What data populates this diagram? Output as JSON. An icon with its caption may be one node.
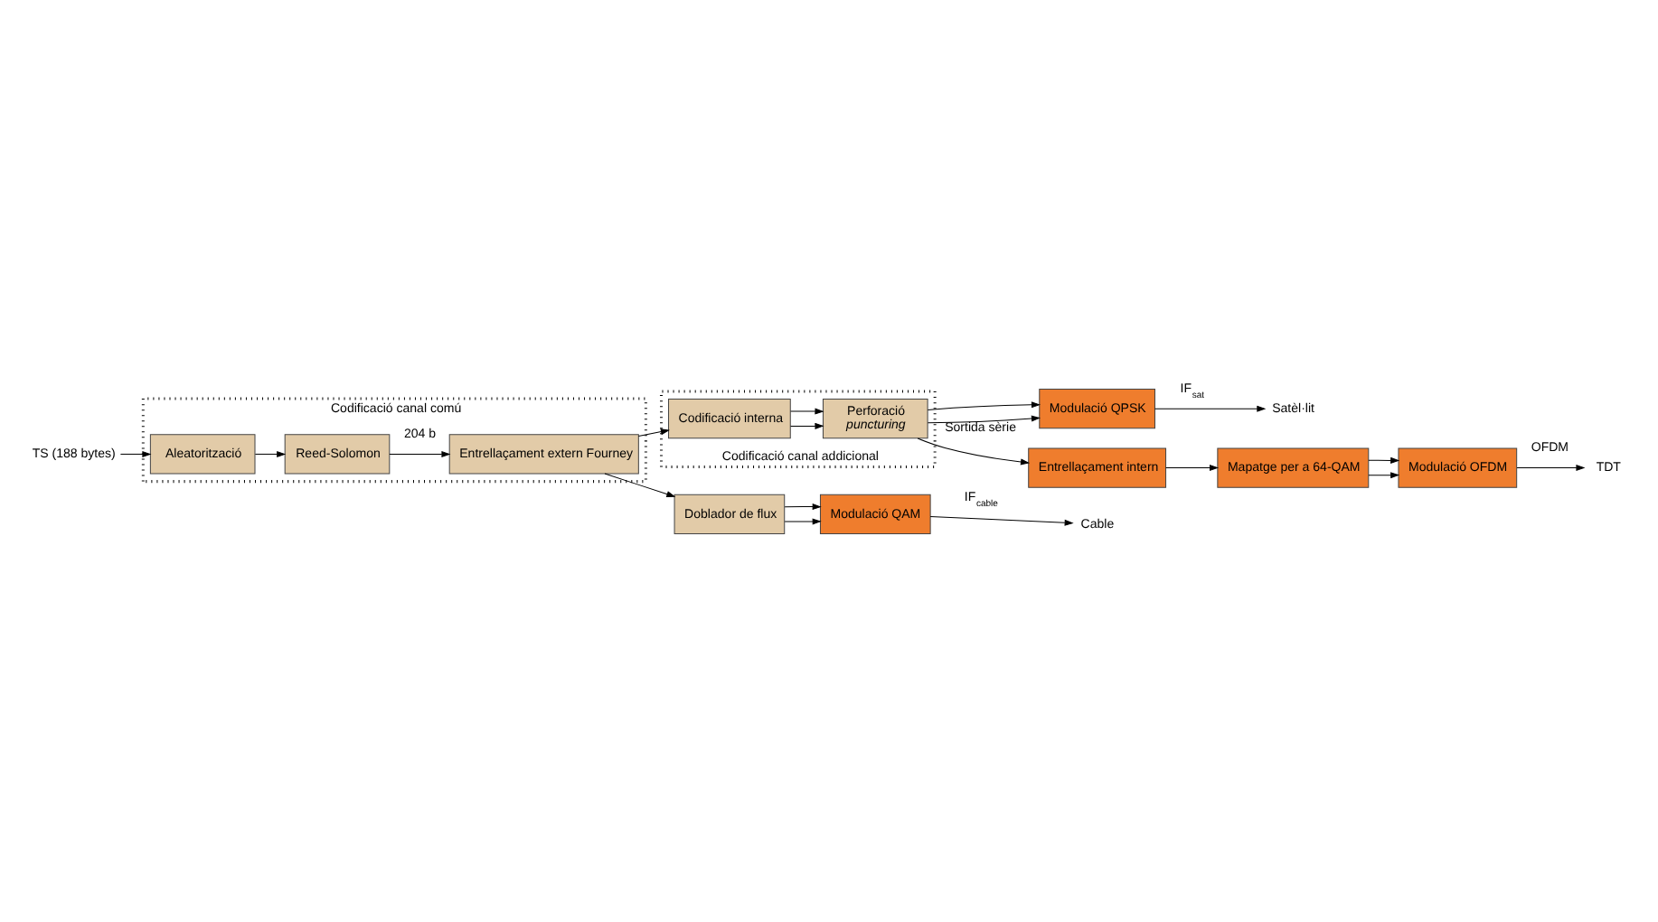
{
  "diagram": {
    "nodes": [
      {
        "text": [
          "Codificació canal comú"
        ]
      },
      {
        "text": [
          "Aleatorització"
        ],
        "in": 0
      },
      {
        "text": [
          "Reed-Solomon"
        ],
        "in": 0
      },
      {
        "text": [
          "Entrellaçament extern Fourney"
        ],
        "in": 0
      },
      {
        "text": [
          "TS (188 bytes)"
        ]
      },
      {
        "text": [
          "Doblador de flux"
        ]
      },
      {
        "text": [
          "Modulació QAM"
        ]
      },
      {
        "text": [
          "Cable"
        ]
      },
      {
        "text": [
          "Codificació canal addicional"
        ]
      },
      {
        "text": [
          "Codificació interna"
        ],
        "in": 8
      },
      {
        "text": [
          "Perforació",
          "puncturing"
        ],
        "in": 8
      },
      {
        "text": [
          "Modulació QPSK"
        ]
      },
      {
        "text": [
          "Satèl·lit"
        ]
      },
      {
        "text": [
          "Entrellaçament intern"
        ]
      },
      {
        "text": [
          "Mapatge per a 64-QAM"
        ]
      },
      {
        "text": [
          "Modulació OFDM"
        ]
      },
      {
        "text": [
          "TDT"
        ]
      }
    ],
    "edges": [
      {
        "from": 4,
        "to": 1,
        "arrow": "to"
      },
      {
        "from": 1,
        "to": 2,
        "arrow": "to"
      },
      {
        "from": 2,
        "to": 3,
        "arrow": "to",
        "label": "204 b"
      },
      {
        "from": 3,
        "to": 5,
        "arrow": "to"
      },
      {
        "from": 3,
        "to": 9,
        "arrow": "to"
      },
      {
        "from": 5,
        "to": 6,
        "arrow": "to"
      },
      {
        "from": 5,
        "to": 6,
        "arrow": "to"
      },
      {
        "from": 6,
        "to": 7,
        "arrow": "to",
        "label": "IF$_{cable}$"
      },
      {
        "from": 9,
        "to": 10,
        "arrow": "to"
      },
      {
        "from": 9,
        "to": 10,
        "arrow": "to"
      },
      {
        "from": 10,
        "to": 11,
        "arrow": "to"
      },
      {
        "from": 10,
        "to": 11,
        "arrow": "to"
      },
      {
        "from": 11,
        "to": 12,
        "arrow": "to",
        "label": "IF$_{sat}$"
      },
      {
        "from": 10,
        "to": 13,
        "arrow": "to",
        "label": "Sortida sèrie"
      },
      {
        "from": 13,
        "to": 14,
        "arrow": "to"
      },
      {
        "from": 14,
        "to": 15,
        "arrow": "to"
      },
      {
        "from": 14,
        "to": 15,
        "arrow": "to"
      },
      {
        "from": 15,
        "to": 16,
        "arrow": "to",
        "label": "OFDM"
      }
    ]
  }
}
